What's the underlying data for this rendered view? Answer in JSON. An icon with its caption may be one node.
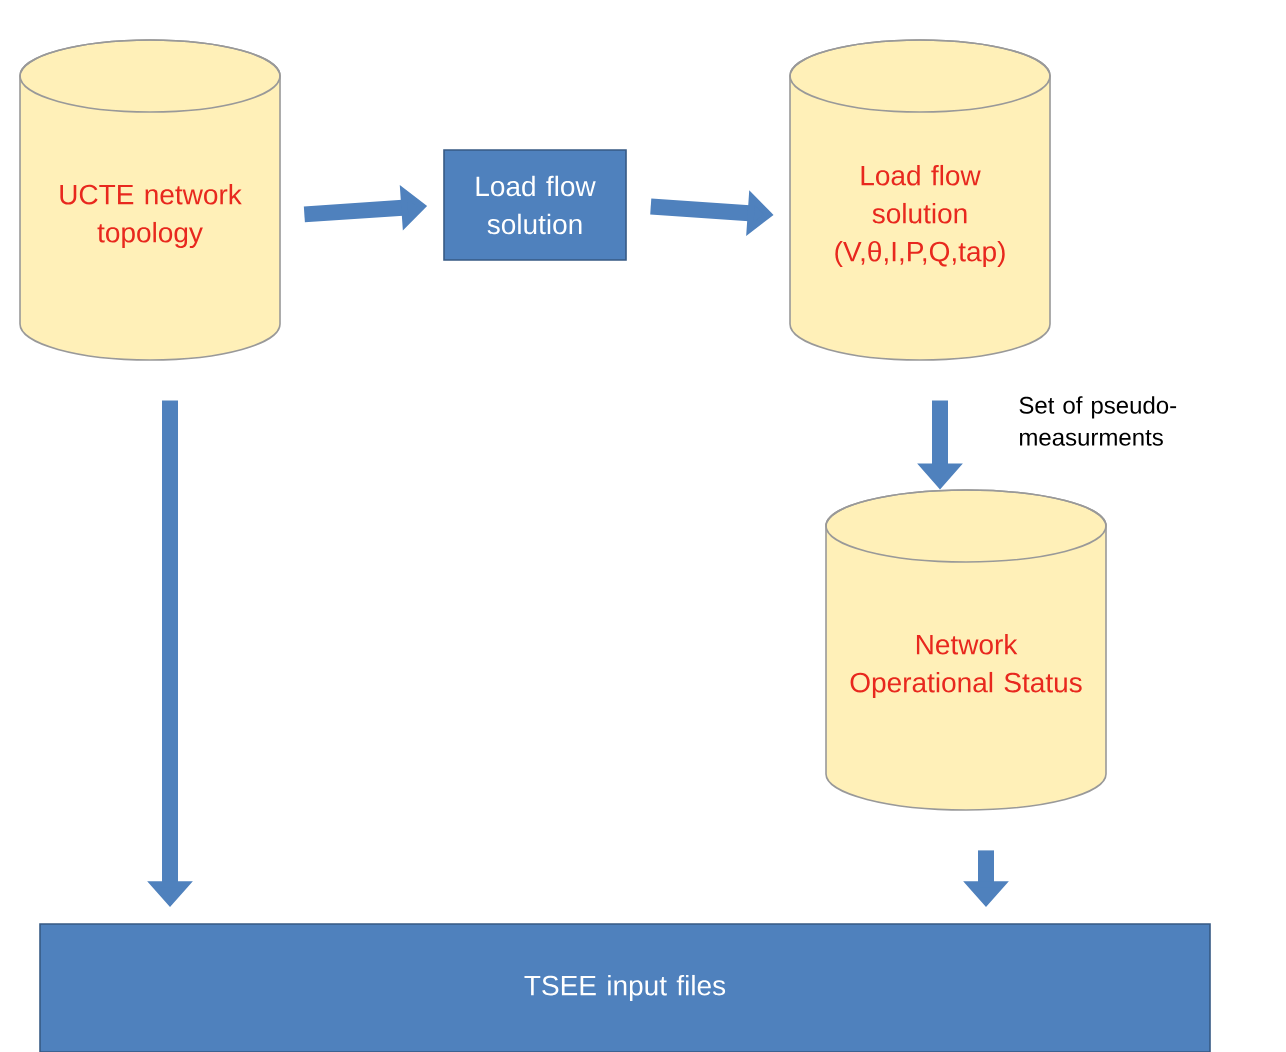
{
  "diagram": {
    "nodes": [
      {
        "text": [
          "UCTE network topology"
        ]
      },
      {
        "text": [
          "Load flow solution"
        ]
      },
      {
        "text": [
          "Load flow solution (V,θ,I,P,Q,tap)"
        ]
      },
      {
        "text": [
          "Network Operational Status"
        ]
      },
      {
        "text": [
          "TSEE input files"
        ]
      }
    ],
    "edges": [
      {
        "from": 0,
        "to": 1,
        "arrow": "to"
      },
      {
        "from": 1,
        "to": 2,
        "arrow": "to"
      },
      {
        "from": 2,
        "to": 3,
        "arrow": "to",
        "label": "Set of pseudo-measurments"
      },
      {
        "from": 0,
        "to": 4,
        "arrow": "to"
      },
      {
        "from": 3,
        "to": 4,
        "arrow": "to"
      }
    ]
  }
}
